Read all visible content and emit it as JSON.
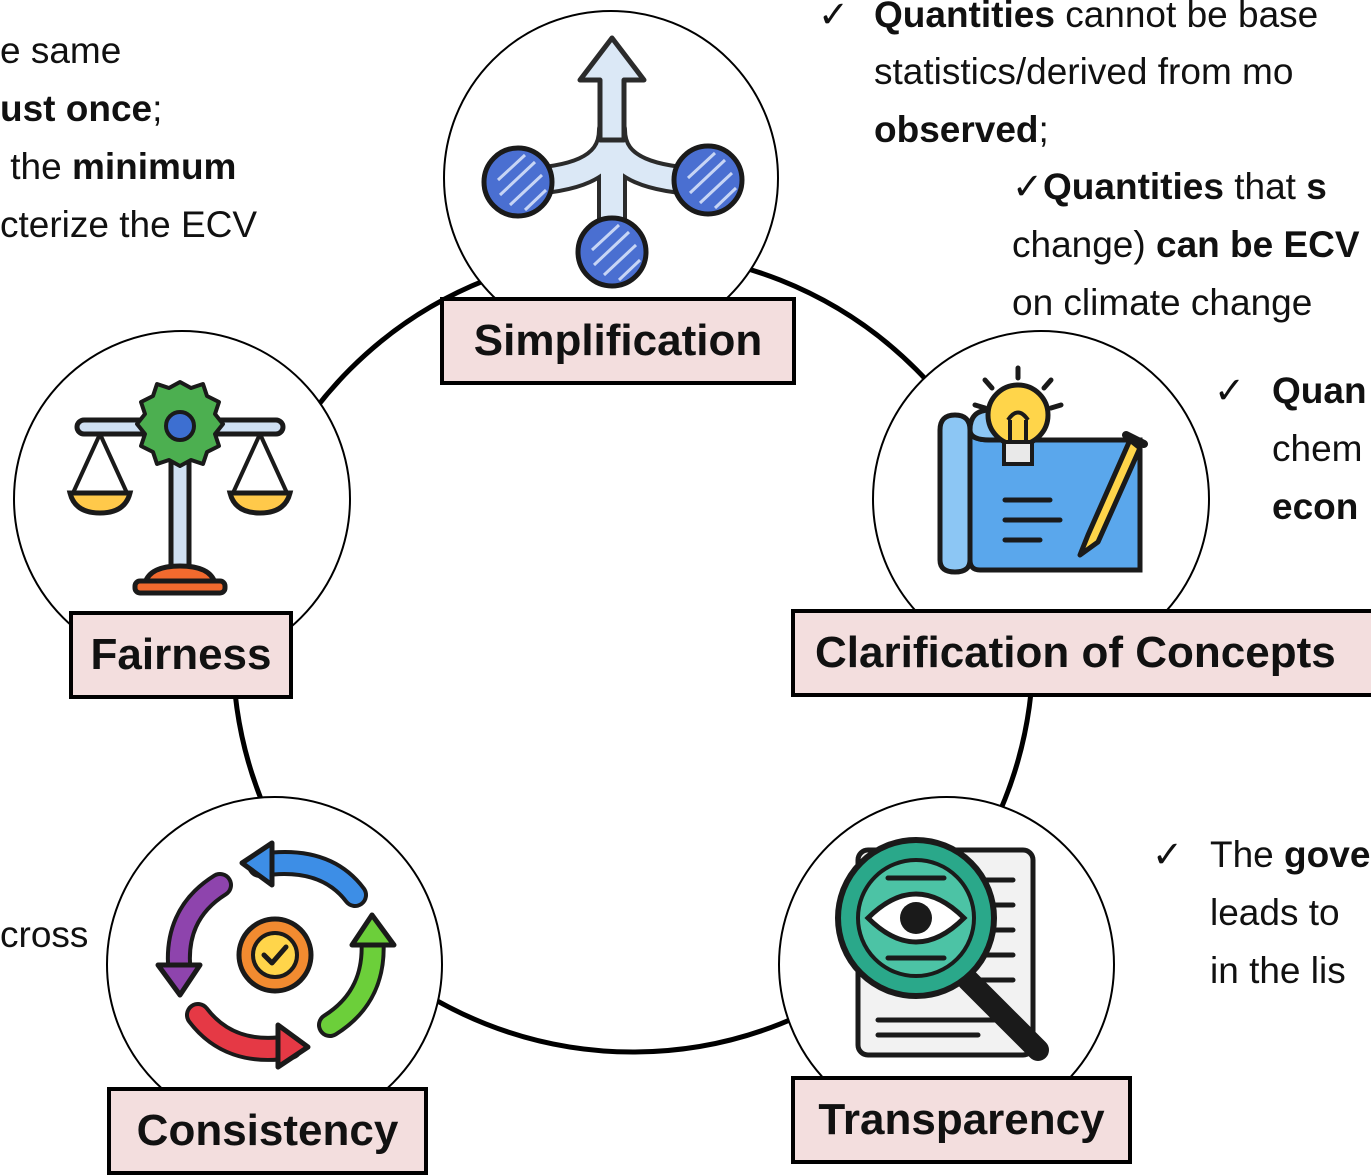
{
  "colors": {
    "label_fill": "#f3dede",
    "outline": "#000000",
    "icon_blue": "#4a6fd1",
    "icon_green": "#4caf50",
    "icon_orange": "#f28b30",
    "icon_red": "#e53945",
    "icon_purple": "#8e44ad",
    "icon_teal": "#2aa88a"
  },
  "nodes": [
    {
      "key": "simplification",
      "label": "Simplification",
      "icon": "branching-arrow-icon"
    },
    {
      "key": "clarification",
      "label": "Clarification of Concepts",
      "icon": "idea-blueprint-icon"
    },
    {
      "key": "transparency",
      "label": "Transparency",
      "icon": "magnifier-document-icon"
    },
    {
      "key": "consistency",
      "label": "Consistency",
      "icon": "cycle-arrows-icon"
    },
    {
      "key": "fairness",
      "label": "Fairness",
      "icon": "balance-scale-icon"
    }
  ],
  "text": {
    "left_top": {
      "l1": "e same",
      "l2_bold": "ust once",
      "l2_rest": ";",
      "l3_pre": " the ",
      "l3_bold": "minimum",
      "l4": "cterize the ECV"
    },
    "left_mid": {
      "l1": "cross"
    },
    "right_top": {
      "check": "✓",
      "l1_bold": "Quantities",
      "l1_rest": " cannot be base",
      "l2": "statistics/derived from mo",
      "l3_bold": "observed",
      "l3_rest": ";"
    },
    "right_sub": {
      "check": "✓",
      "l1_bold": "Quantities",
      "l1_mid": " that ",
      "l1_bold2": "s",
      "l2_pre": "change) ",
      "l2_bold": "can be ECV",
      "l3": "on climate change"
    },
    "right_mid": {
      "check": "✓",
      "l1_bold": "Quan",
      "l2": "chem",
      "l3_bold": "econ"
    },
    "right_low": {
      "check": "✓",
      "l1_pre": "The ",
      "l1_bold": "gove",
      "l2": "leads to",
      "l3": "in the lis"
    }
  }
}
